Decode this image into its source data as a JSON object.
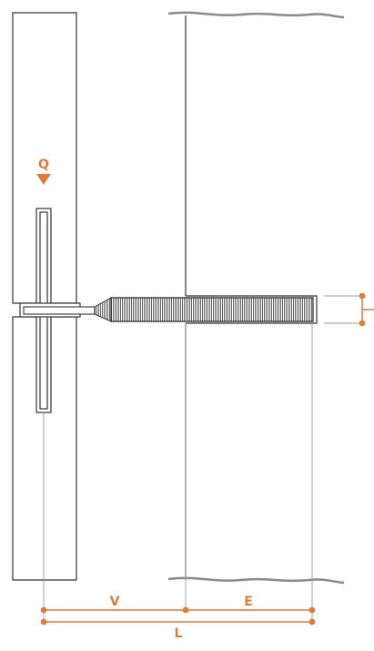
{
  "diagram": {
    "labels": {
      "load": "Q",
      "dim_v": "V",
      "dim_e": "E",
      "dim_l": "L"
    },
    "colors": {
      "dimension": "#e07b3a",
      "line": "#333333",
      "extension_line": "#9a9a9a",
      "break_line": "#8a8a8a",
      "background": "#ffffff"
    }
  }
}
